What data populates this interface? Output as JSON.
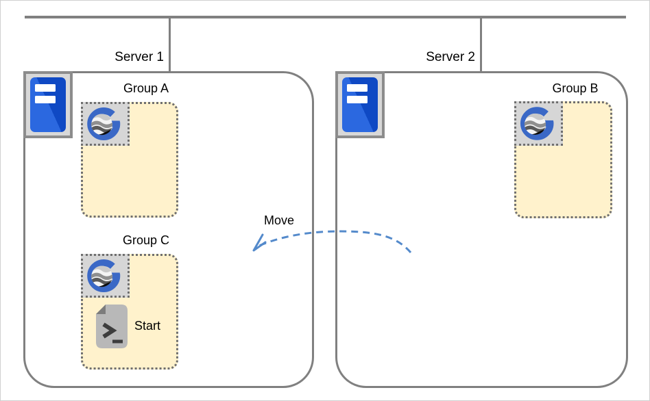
{
  "network": {
    "servers": {
      "server1": {
        "label": "Server 1"
      },
      "server2": {
        "label": "Server 2"
      }
    }
  },
  "groups": {
    "group_a": {
      "label": "Group A"
    },
    "group_b": {
      "label": "Group B"
    },
    "group_c": {
      "label": "Group C",
      "action_label": "Start"
    }
  },
  "annotations": {
    "move_label": "Move"
  },
  "icons": {
    "server": "server-tower-icon",
    "group_app": "g-logo-globe-icon",
    "start": "terminal-script-icon",
    "arrow": "move-arrow-dashed"
  },
  "colors": {
    "connector_gray": "#808080",
    "container_border": "#808080",
    "group_fill": "#FFF2CC",
    "group_border": "#6F6F6F",
    "icon_box_fill": "#D6D6D6",
    "server_blue_light": "#2B68E0",
    "server_blue_dark": "#0F49C4",
    "logo_blue": "#3A68C6",
    "arrow_blue": "#548ACB",
    "text": "#000000"
  }
}
